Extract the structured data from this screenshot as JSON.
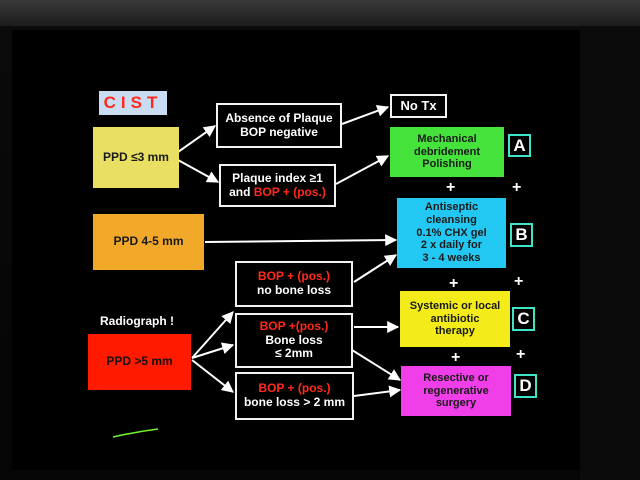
{
  "title": "CIST",
  "rows": {
    "ppd_low": "PPD ≤3 mm",
    "ppd_mid": "PPD 4-5 mm",
    "ppd_high": "PPD >5 mm",
    "radiograph": "Radiograph !"
  },
  "conditions": {
    "absence_line1": "Absence of Plaque",
    "absence_line2": "BOP negative",
    "plaque_line1": "Plaque index ≥1",
    "plaque_line2_a": "and ",
    "plaque_line2_b": "BOP + (pos.)",
    "no_tx": "No Tx",
    "bop1_line1": "BOP + (pos.)",
    "bop1_line2": "no bone loss",
    "bop2_line1": "BOP +(pos.)",
    "bop2_line2": "Bone loss",
    "bop2_line3": "≤ 2mm",
    "bop3_line1": "BOP + (pos.)",
    "bop3_line2": "bone loss > 2 mm"
  },
  "treatments": {
    "a_text": [
      "Mechanical",
      "debridement",
      "Polishing"
    ],
    "a_letter": "A",
    "b_text": [
      "Antiseptic",
      "cleansing",
      "0.1% CHX gel",
      "2 x daily for",
      "3 - 4 weeks"
    ],
    "b_letter": "B",
    "c_text": [
      "Systemic or local",
      "antibiotic",
      "therapy"
    ],
    "c_letter": "C",
    "d_text": [
      "Resective or",
      "regenerative",
      "surgery"
    ],
    "d_letter": "D",
    "plus": "+"
  },
  "colors": {
    "title_bg": "#c9dcf2",
    "title_text": "#ff2a1a",
    "accent_outline": "#3fe4c8",
    "pen_mark": "#6cf22c"
  }
}
